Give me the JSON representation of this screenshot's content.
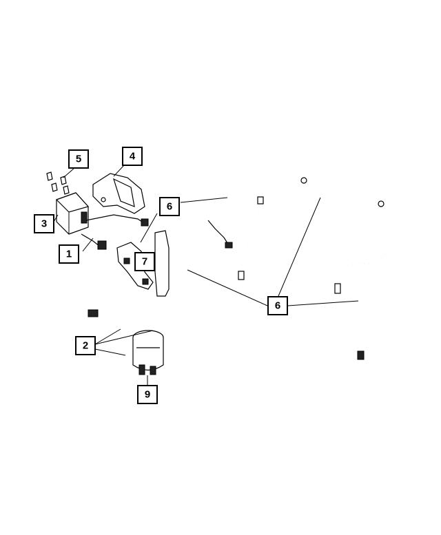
{
  "callouts": [
    {
      "id": "c1",
      "label": "1"
    },
    {
      "id": "c2",
      "label": "2"
    },
    {
      "id": "c3",
      "label": "3"
    },
    {
      "id": "c4",
      "label": "4"
    },
    {
      "id": "c5",
      "label": "5"
    },
    {
      "id": "c6a",
      "label": "6"
    },
    {
      "id": "c6b",
      "label": "6"
    },
    {
      "id": "c7",
      "label": "7"
    },
    {
      "id": "c9",
      "label": "9"
    }
  ]
}
